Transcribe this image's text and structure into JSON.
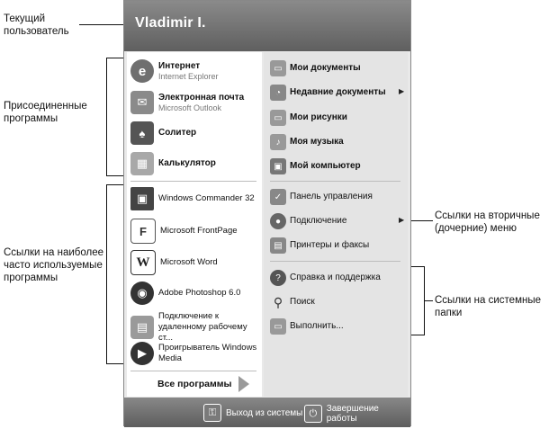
{
  "annotations": {
    "current_user": "Текущий пользователь",
    "pinned": "Присоединенные программы",
    "frequent": "Ссылки на наиболее часто используемые программы",
    "submenus": "Ссылки на вторичные (дочерние) меню",
    "system_folders": "Ссылки на системные папки"
  },
  "menu": {
    "username": "Vladimir I.",
    "pinned": [
      {
        "title": "Интернет",
        "subtitle": "Internet Explorer",
        "icon": "internet-explorer-icon"
      },
      {
        "title": "Электронная почта",
        "subtitle": "Microsoft Outlook",
        "icon": "outlook-icon"
      },
      {
        "title": "Солитер",
        "subtitle": "",
        "icon": "solitaire-icon"
      },
      {
        "title": "Калькулятор",
        "subtitle": "",
        "icon": "calculator-icon"
      }
    ],
    "frequent": [
      {
        "label": "Windows Commander 32",
        "icon": "floppy-disk-icon"
      },
      {
        "label": "Microsoft FrontPage",
        "icon": "frontpage-icon"
      },
      {
        "label": "Microsoft Word",
        "icon": "word-icon"
      },
      {
        "label": "Adobe Photoshop 6.0",
        "icon": "photoshop-eye-icon"
      },
      {
        "label": "Подключение к удаленному рабочему ст...",
        "icon": "remote-desktop-icon"
      },
      {
        "label": "Проигрыватель Windows Media",
        "icon": "media-player-icon"
      }
    ],
    "all_programs": "Все программы",
    "right": {
      "my_documents": "Мои документы",
      "recent_documents": "Недавние документы",
      "my_pictures": "Мои рисунки",
      "my_music": "Моя музыка",
      "my_computer": "Мой компьютер",
      "control_panel": "Панель управления",
      "connect": "Подключение",
      "printers": "Принтеры и факсы",
      "help": "Справка и поддержка",
      "search": "Поиск",
      "run": "Выполнить..."
    },
    "footer": {
      "logoff": "Выход из системы",
      "shutdown": "Завершение работы"
    }
  }
}
